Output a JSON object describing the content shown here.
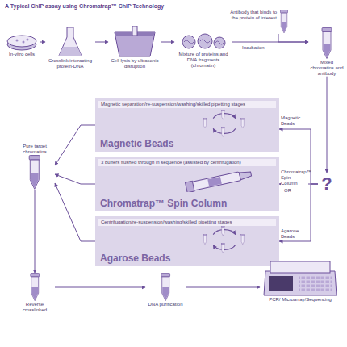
{
  "diagram": {
    "title": "A Typical ChIP assay using Chromatrap™ ChIP Technology",
    "nodes": [
      {
        "text": [
          "In-vitro cells"
        ]
      },
      {
        "text": [
          "Crosslink interacting protein-DNA"
        ]
      },
      {
        "text": [
          "Cell lysis by ultrasonic disruption"
        ]
      },
      {
        "text": [
          "Mixture of proteins and DNA fragments (chromatin)"
        ]
      },
      {
        "text": [
          "Antibody that binds to the protein of interest"
        ]
      },
      {
        "text": [
          "Mixed chromatins and antibody"
        ]
      },
      {
        "text": [
          "?"
        ]
      },
      {
        "text": [
          "Magnetic Beads",
          "Magnetic separation/re-suspension/washing/skilled pipetting stages"
        ]
      },
      {
        "text": [
          "Chromatrap™ Spin Column",
          "3 buffers flushed through in sequence (assisted by centrifugation)"
        ]
      },
      {
        "text": [
          "Agarose Beads",
          "Centrifugation/re-suspension/washing/skilled pipetting stages"
        ]
      },
      {
        "text": [
          "Pure target chromatins"
        ]
      },
      {
        "text": [
          "Reverse crosslinked"
        ]
      },
      {
        "text": [
          "DNA purification"
        ]
      },
      {
        "text": [
          "PCR/ Microarray/Sequencing"
        ]
      }
    ],
    "edges": [
      {
        "from": 0,
        "to": 1,
        "arrow": "to"
      },
      {
        "from": 1,
        "to": 2,
        "arrow": "to"
      },
      {
        "from": 2,
        "to": 3,
        "arrow": "to"
      },
      {
        "from": 3,
        "to": 5,
        "label": "Incubation",
        "arrow": "to"
      },
      {
        "from": 4,
        "to": 5,
        "arrow": "to"
      },
      {
        "from": 5,
        "to": 6,
        "arrow": "to"
      },
      {
        "from": 6,
        "to": 7,
        "label": "Magnetic Beads",
        "arrow": "to"
      },
      {
        "from": 6,
        "to": 8,
        "label": "Chromatrap™ Spin Column",
        "arrow": "to"
      },
      {
        "from": 6,
        "to": 9,
        "label": "Agarose Beads",
        "arrow": "to"
      },
      {
        "from": 7,
        "to": 10,
        "arrow": "to"
      },
      {
        "from": 8,
        "to": 10,
        "arrow": "to"
      },
      {
        "from": 9,
        "to": 10,
        "arrow": "to"
      },
      {
        "from": 10,
        "to": 11,
        "arrow": "to"
      },
      {
        "from": 11,
        "to": 12,
        "arrow": "to"
      },
      {
        "from": 12,
        "to": 13,
        "arrow": "to"
      }
    ],
    "labels": [
      "OR"
    ]
  }
}
